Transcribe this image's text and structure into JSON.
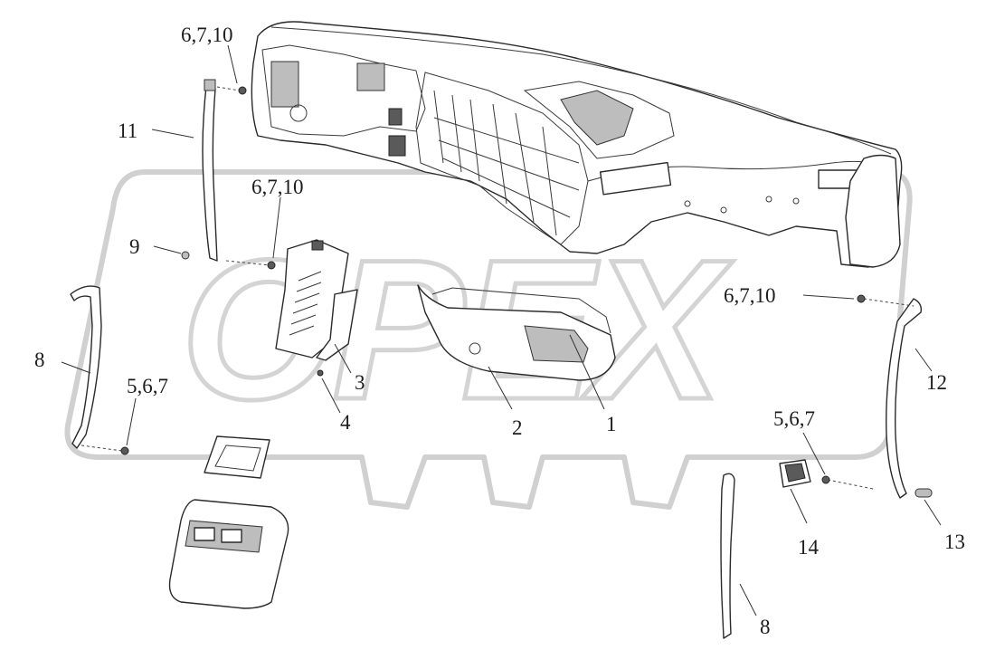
{
  "watermark": {
    "text": "OPEX"
  },
  "callouts": {
    "c_6_7_10_a": "6,7,10",
    "c_11": "11",
    "c_6_7_10_b": "6,7,10",
    "c_9": "9",
    "c_8_left": "8",
    "c_5_6_7_left": "5,6,7",
    "c_3": "3",
    "c_4": "4",
    "c_2": "2",
    "c_1": "1",
    "c_6_7_10_c": "6,7,10",
    "c_12": "12",
    "c_5_6_7_right": "5,6,7",
    "c_14": "14",
    "c_13": "13",
    "c_8_bottom": "8"
  }
}
